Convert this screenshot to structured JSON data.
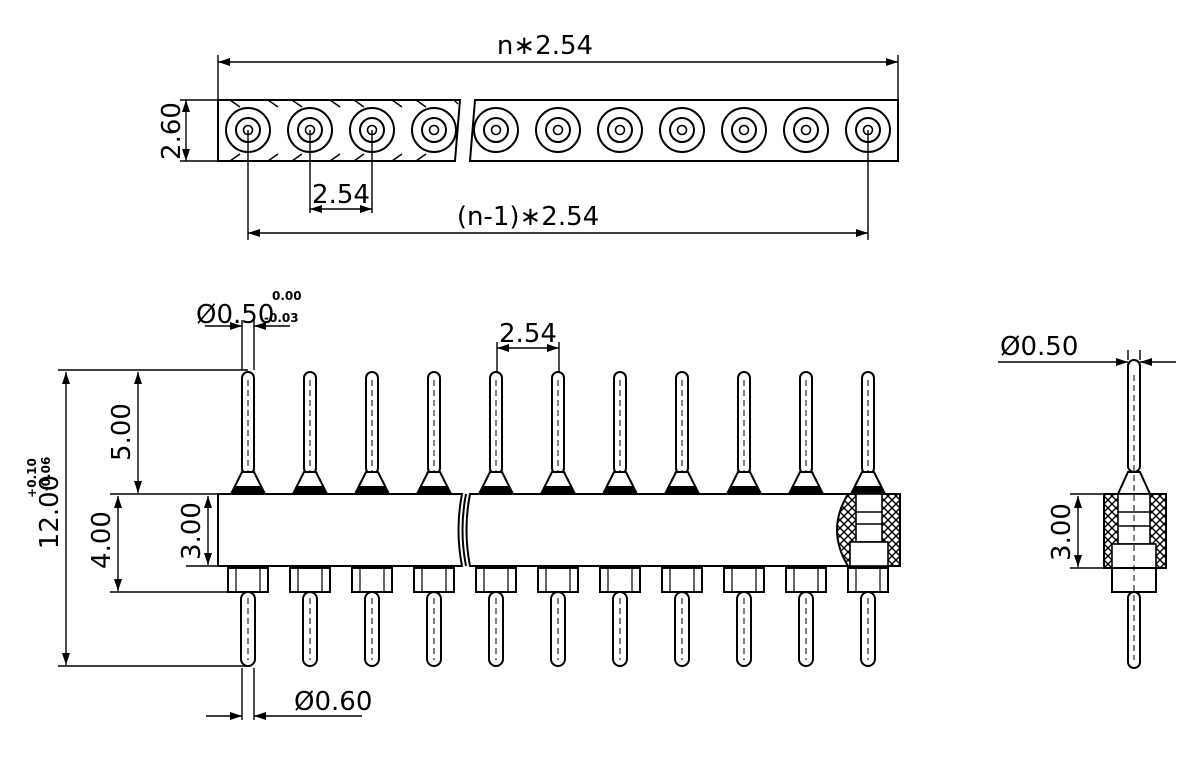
{
  "dimensions": {
    "overall_length": "n∗2.54",
    "strip_height": "2.60",
    "pitch_top": "2.54",
    "center_span": "(n-1)∗2.54",
    "pin_dia_top": "Ø0.50",
    "pin_tol_upper": "0.00",
    "pin_tol_lower": "-0.03",
    "pitch_front": "2.54",
    "upper_pin_length": "5.00",
    "total_length": "12.00",
    "total_tol_upper": "+0.10",
    "total_tol_lower": "-0.06",
    "lower_length": "4.00",
    "body_height": "3.00",
    "lower_pin_dia": "Ø0.60",
    "side_pin_dia": "Ø0.50",
    "side_body_height": "3.00"
  },
  "colors": {
    "line": "#000000",
    "background": "#ffffff"
  }
}
